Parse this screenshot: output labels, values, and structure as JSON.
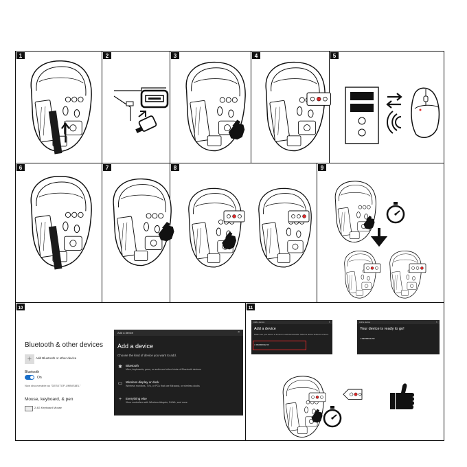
{
  "steps": [
    "1",
    "2",
    "3",
    "4",
    "5",
    "6",
    "7",
    "8",
    "9",
    "10",
    "11"
  ],
  "settings": {
    "title": "Bluetooth & other devices",
    "add_label": "Add Bluetooth or other device",
    "bluetooth_label": "Bluetooth",
    "toggle_state": "On",
    "discoverable_text": "Now discoverable as \"DESKTOP-UMNIS8EL\"",
    "section_title": "Mouse, keyboard, & pen",
    "device_name": "2.4G Keyboard Mouse"
  },
  "add_device": {
    "bar_title": "Add a device",
    "close": "×",
    "heading": "Add a device",
    "subtitle": "Choose the kind of device you want to add.",
    "options": [
      {
        "icon": "bluetooth-icon",
        "glyph": "✱",
        "title": "Bluetooth",
        "desc": "Mice, keyboards, pens, or audio and other kinds of Bluetooth devices"
      },
      {
        "icon": "monitor-icon",
        "glyph": "▭",
        "title": "Wireless display or dock",
        "desc": "Wireless monitors, TVs, or PCs that use Miracast, or wireless docks"
      },
      {
        "icon": "plus-icon",
        "glyph": "+",
        "title": "Everything else",
        "desc": "Xbox controllers with Wireless Adapter, DLNA, and more"
      }
    ]
  },
  "mini_dialog_1": {
    "bar_title": "Add a device",
    "close": "×",
    "heading": "Add a device",
    "subtitle": "Make sure your device is turned on and discoverable. Select a device below to connect.",
    "device": "PERIMICE-50"
  },
  "mini_dialog_2": {
    "bar_title": "Add a device",
    "close": "×",
    "heading": "Your device is ready to go!",
    "device": "PERIMICE-50"
  },
  "colors": {
    "accent": "#e02828",
    "toggle": "#1a6fc9",
    "dark": "#1f1f1f",
    "line": "#111111"
  }
}
